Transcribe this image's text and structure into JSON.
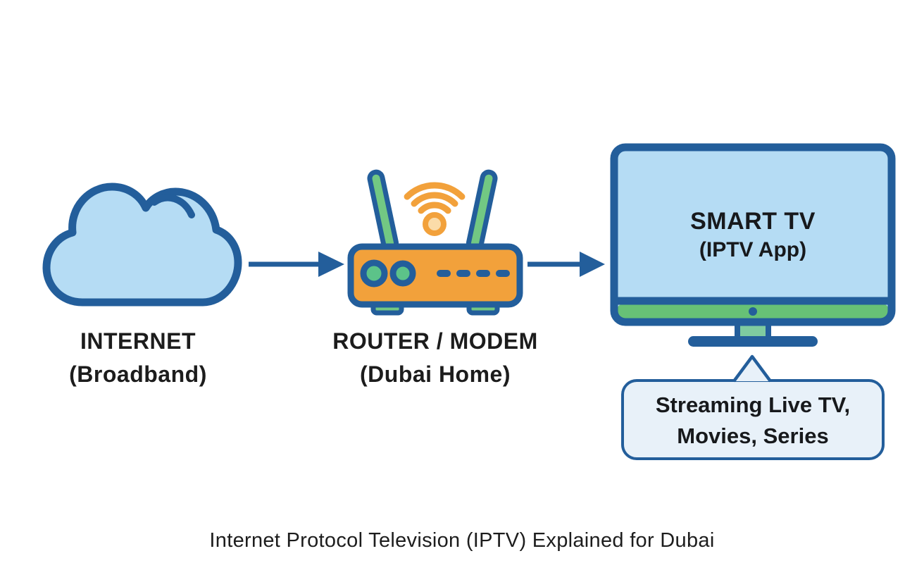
{
  "nodes": {
    "internet": {
      "label": "INTERNET",
      "sublabel": "(Broadband)"
    },
    "router": {
      "label": "ROUTER / MODEM",
      "sublabel": "(Dubai Home)"
    },
    "tv": {
      "label": "SMART TV",
      "sublabel": "(IPTV App)"
    }
  },
  "callout": {
    "line1": "Streaming Live TV,",
    "line2": "Movies, Series"
  },
  "caption": "Internet Protocol Television (IPTV) Explained for Dubai",
  "colors": {
    "outline_blue": "#235e9b",
    "light_blue": "#b5dcf4",
    "pale_blue": "#e8f1f9",
    "orange": "#f2a13b",
    "wifi_dot_center": "#fbdca9",
    "green_strip": "#67c176",
    "green_antenna": "#72c883",
    "green_stand": "#7fcba0",
    "text_dark": "#1c1c1c"
  },
  "icons": {
    "internet": "cloud-icon",
    "wifi": "wifi-icon",
    "router": "router-icon",
    "tv": "tv-icon",
    "flow": "arrow-right-icon",
    "callout": "speech-bubble-pointer-icon"
  }
}
